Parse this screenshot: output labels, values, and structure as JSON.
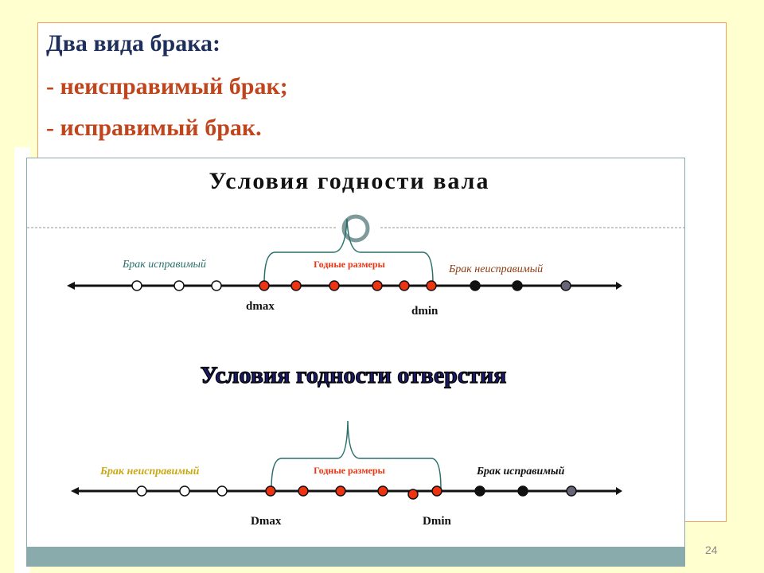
{
  "slide": {
    "heading": "Два вида брака:",
    "items": [
      "- неисправимый брак;",
      "- исправимый брак."
    ],
    "page_number": "24"
  },
  "shaft": {
    "title": "Условия  годности вала",
    "left_label": "Брак  исправимый",
    "mid_label": "Годные размеры",
    "right_label": "Брак  неисправимый",
    "max_label": "dmax",
    "min_label": "dmin"
  },
  "hole": {
    "title": "Условия  годности  отверстия",
    "left_label": "Брак  неисправимый",
    "mid_label": "Годные размеры",
    "right_label": "Брак  исправимый",
    "max_label": "Dmax",
    "min_label": "Dmin"
  },
  "colors": {
    "good": "#ee3311",
    "teal": "#2a6f6a",
    "gold": "#c8a818",
    "brown": "#8b3a10"
  }
}
